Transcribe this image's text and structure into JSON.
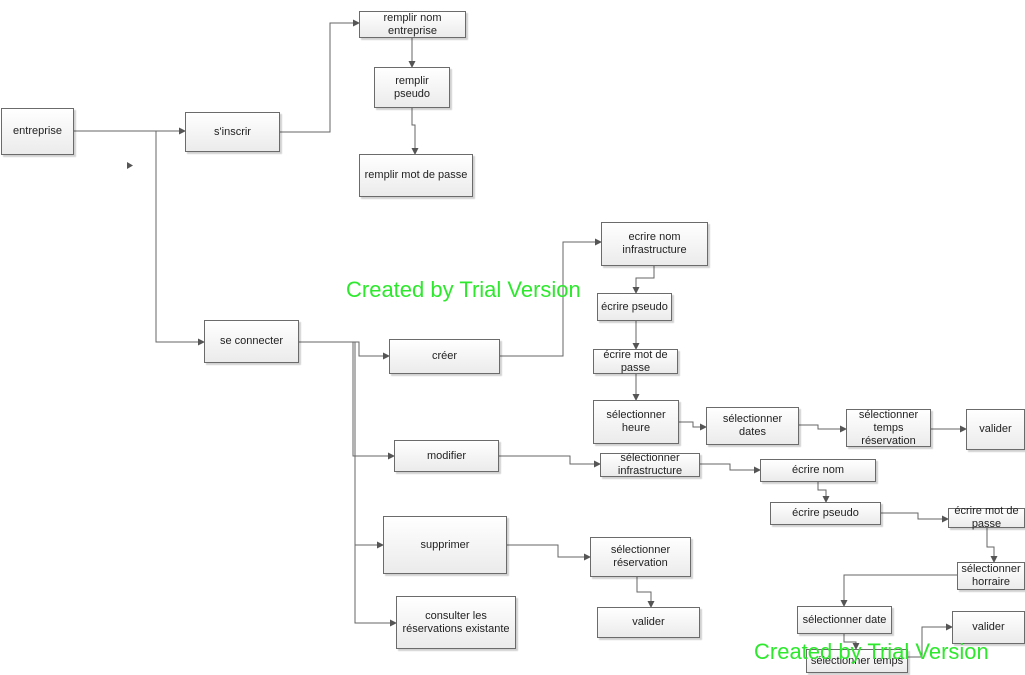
{
  "nodes": {
    "entreprise": "entreprise",
    "sinscrir": "s'inscrir",
    "remplir_nom_entreprise": "remplir nom entreprise",
    "remplir_pseudo": "remplir pseudo",
    "remplir_mot_de_passe": "remplir mot de passe",
    "se_connecter": "se connecter",
    "creer": "créer",
    "modifier": "modifier",
    "supprimer": "supprimer",
    "consulter": "consulter les réservations existante",
    "ecrire_nom_infrastructure": "ecrire nom infrastructure",
    "ecrire_pseudo_1": "écrire pseudo",
    "ecrire_mot_de_passe_1": "écrire mot de passe",
    "selectionner_heure": "sélectionner heure",
    "selectionner_dates": "sélectionner dates",
    "selectionner_temps_reservation": "sélectionner temps réservation",
    "valider_1": "valider",
    "selectionner_infrastructure": "sélectionner infrastructure",
    "ecrire_nom": "écrire nom",
    "ecrire_pseudo_2": "écrire pseudo",
    "ecrire_mot_de_passe_2": "écrire mot de passe",
    "selectionner_horraire": "sélectionner horraire",
    "selectionner_date": "sélectionner date",
    "selectionner_temps": "sélectionner temps",
    "valider_2": "valider",
    "selectionner_reservation": "sélectionner réservation",
    "valider_3": "valider"
  },
  "watermark": {
    "text_1": "Created by Trial Version",
    "text_2": "Created by Trial Version",
    "color": "#2ee82e"
  }
}
